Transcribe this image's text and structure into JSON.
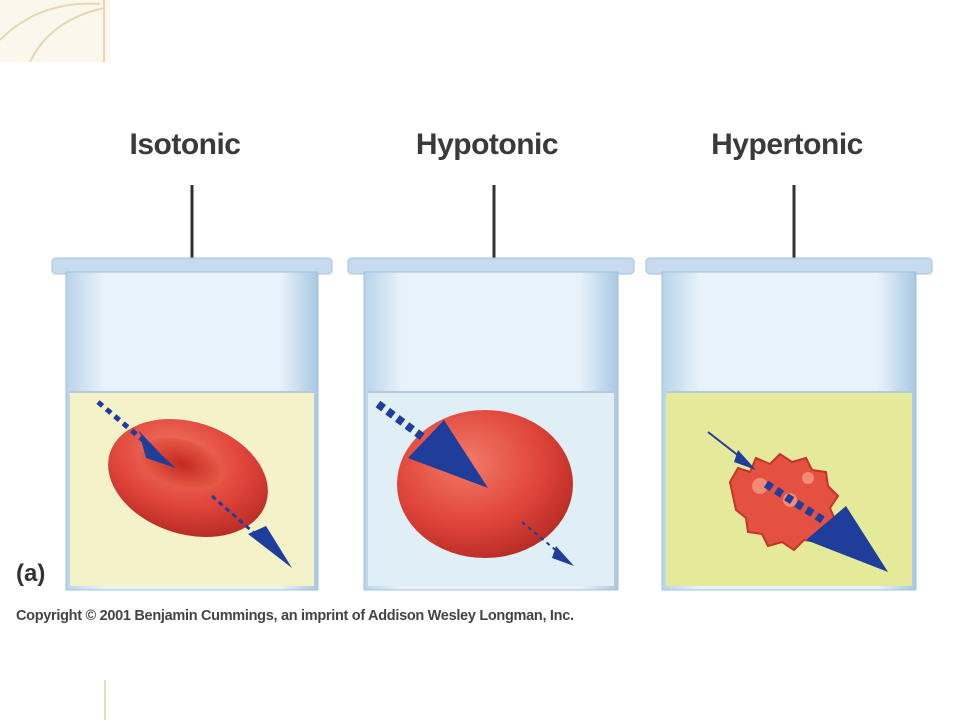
{
  "diagram": {
    "solutions": [
      {
        "label": "Isotonic",
        "liquid_color": "#f4f2c8",
        "cell_state": "normal"
      },
      {
        "label": "Hypotonic",
        "liquid_color": "#e0eef6",
        "cell_state": "swollen"
      },
      {
        "label": "Hypertonic",
        "liquid_color": "#e4ea9a",
        "cell_state": "shriveled"
      }
    ],
    "panel_letter": "(a)",
    "copyright": "Copyright © 2001 Benjamin Cummings, an imprint of Addison Wesley Longman, Inc."
  },
  "colors": {
    "arrow": "#1f3e9c",
    "cell": "#e0453a",
    "beaker_glass": "#cfe3f0",
    "beaker_rim": "#b9d4e8"
  }
}
